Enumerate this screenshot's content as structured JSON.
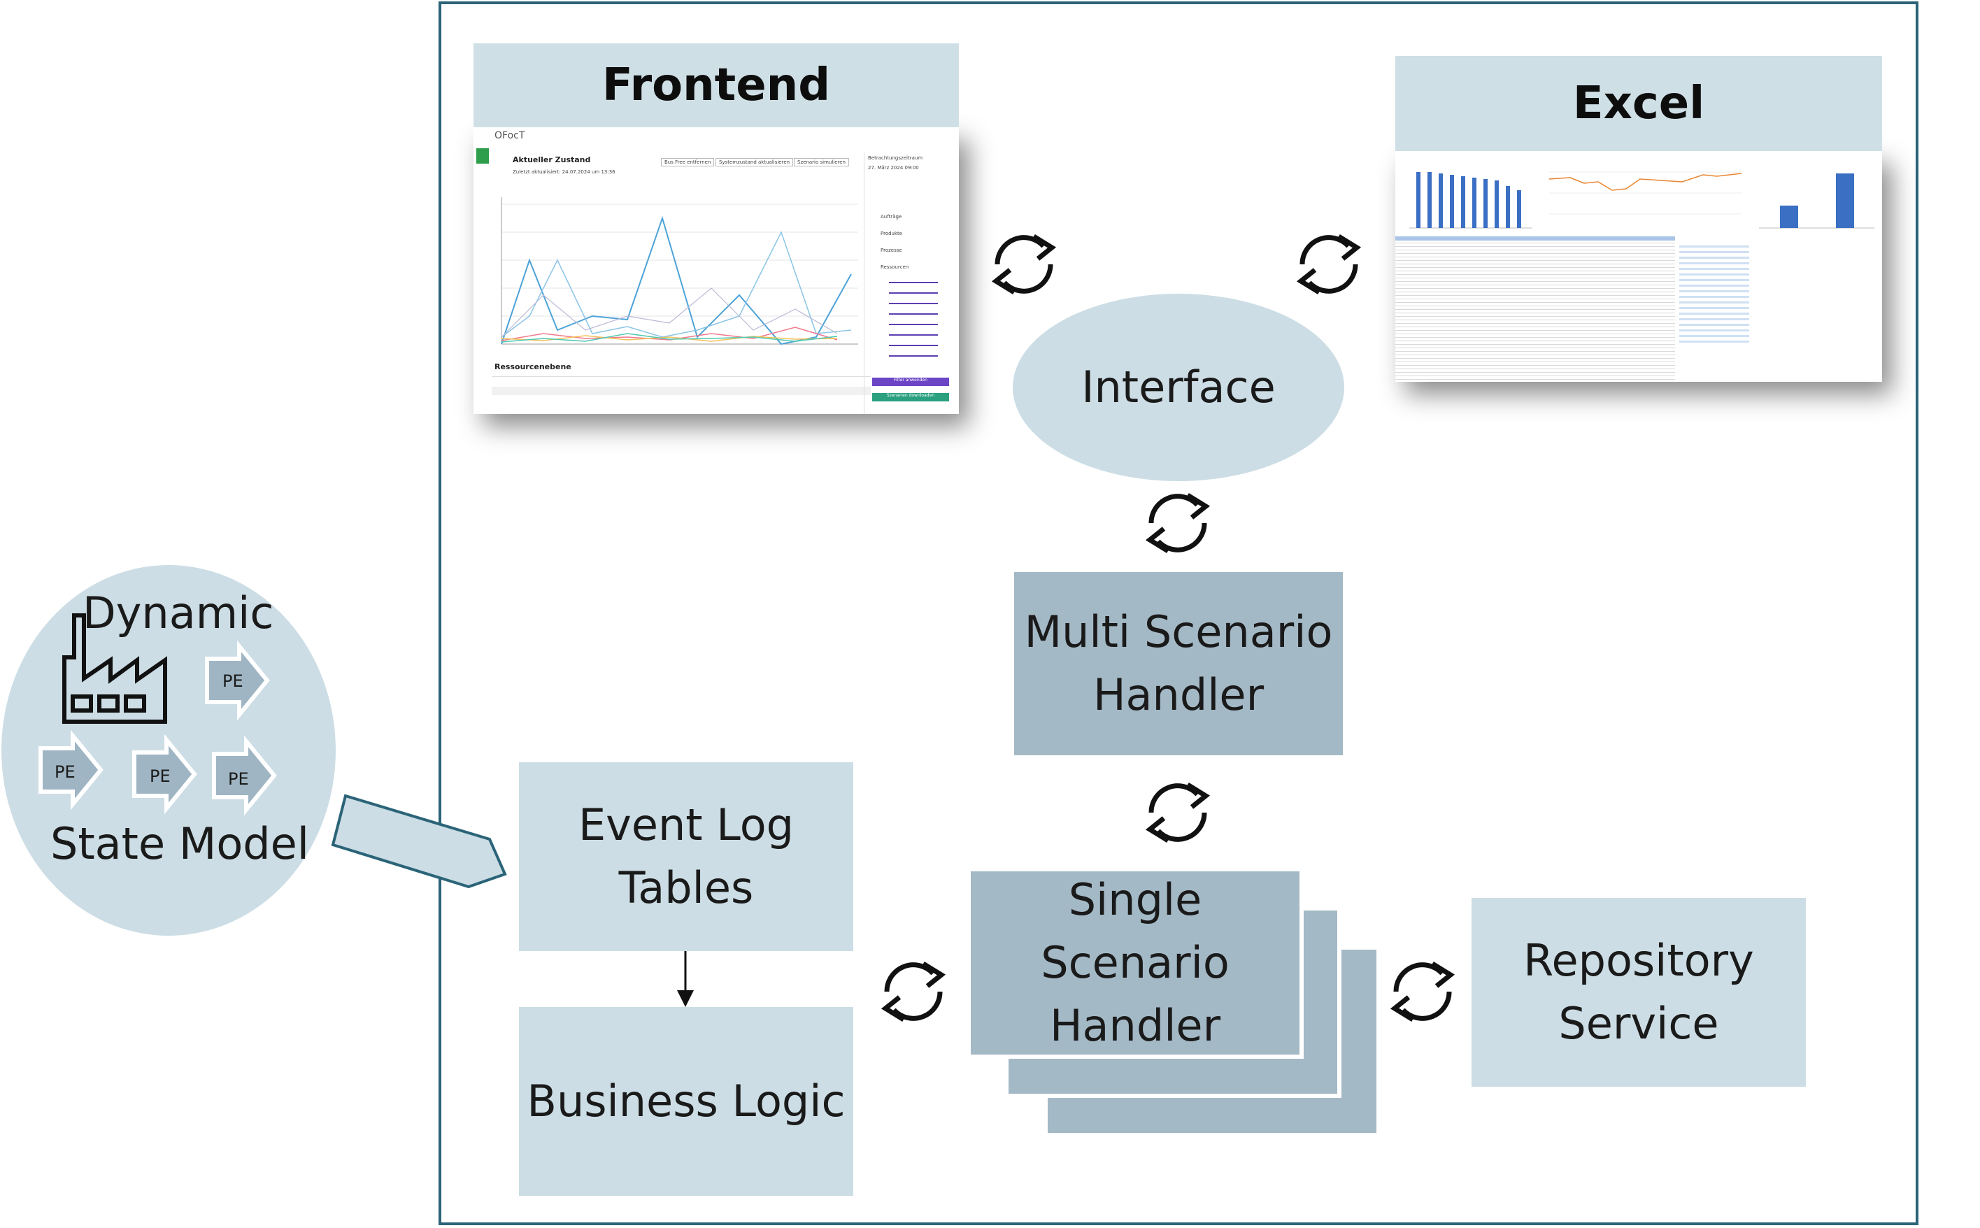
{
  "panels": {
    "frontend": {
      "title": "Frontend",
      "header_title": "Aktueller Zustand",
      "header_sub": "Zuletzt aktualisiert: 24.07.2024 um 13:36",
      "buttons": [
        "Bus Free entfernen",
        "Systemzustand aktualisieren",
        "Szenario simulieren"
      ],
      "section": "Ressourcenebene",
      "sidebar_title": "Betrachtungszeitraum",
      "sidebar_date": "27. März 2024 09:00",
      "sidebar_items": [
        "Aufträge",
        "Produkte",
        "Prozesse",
        "Ressourcen"
      ],
      "sidebar_btn1": "Filter anwenden",
      "sidebar_btn2": "Szenarien downloaden",
      "logo": "OFocT"
    },
    "excel": {
      "title": "Excel"
    }
  },
  "nodes": {
    "interface": "Interface",
    "multi": "Multi Scenario\nHandler",
    "single": "Single\nScenario\nHandler",
    "eventlog": "Event Log\nTables",
    "business": "Business Logic",
    "repository": "Repository\nService"
  },
  "state_model": {
    "title": "Dynamic",
    "subtitle": "State Model",
    "pe_label": "PE"
  },
  "colors": {
    "frame": "#2b6478",
    "light_box": "#ccdde5",
    "dark_box": "#a4b9c6",
    "circle": "#ccdde5"
  }
}
